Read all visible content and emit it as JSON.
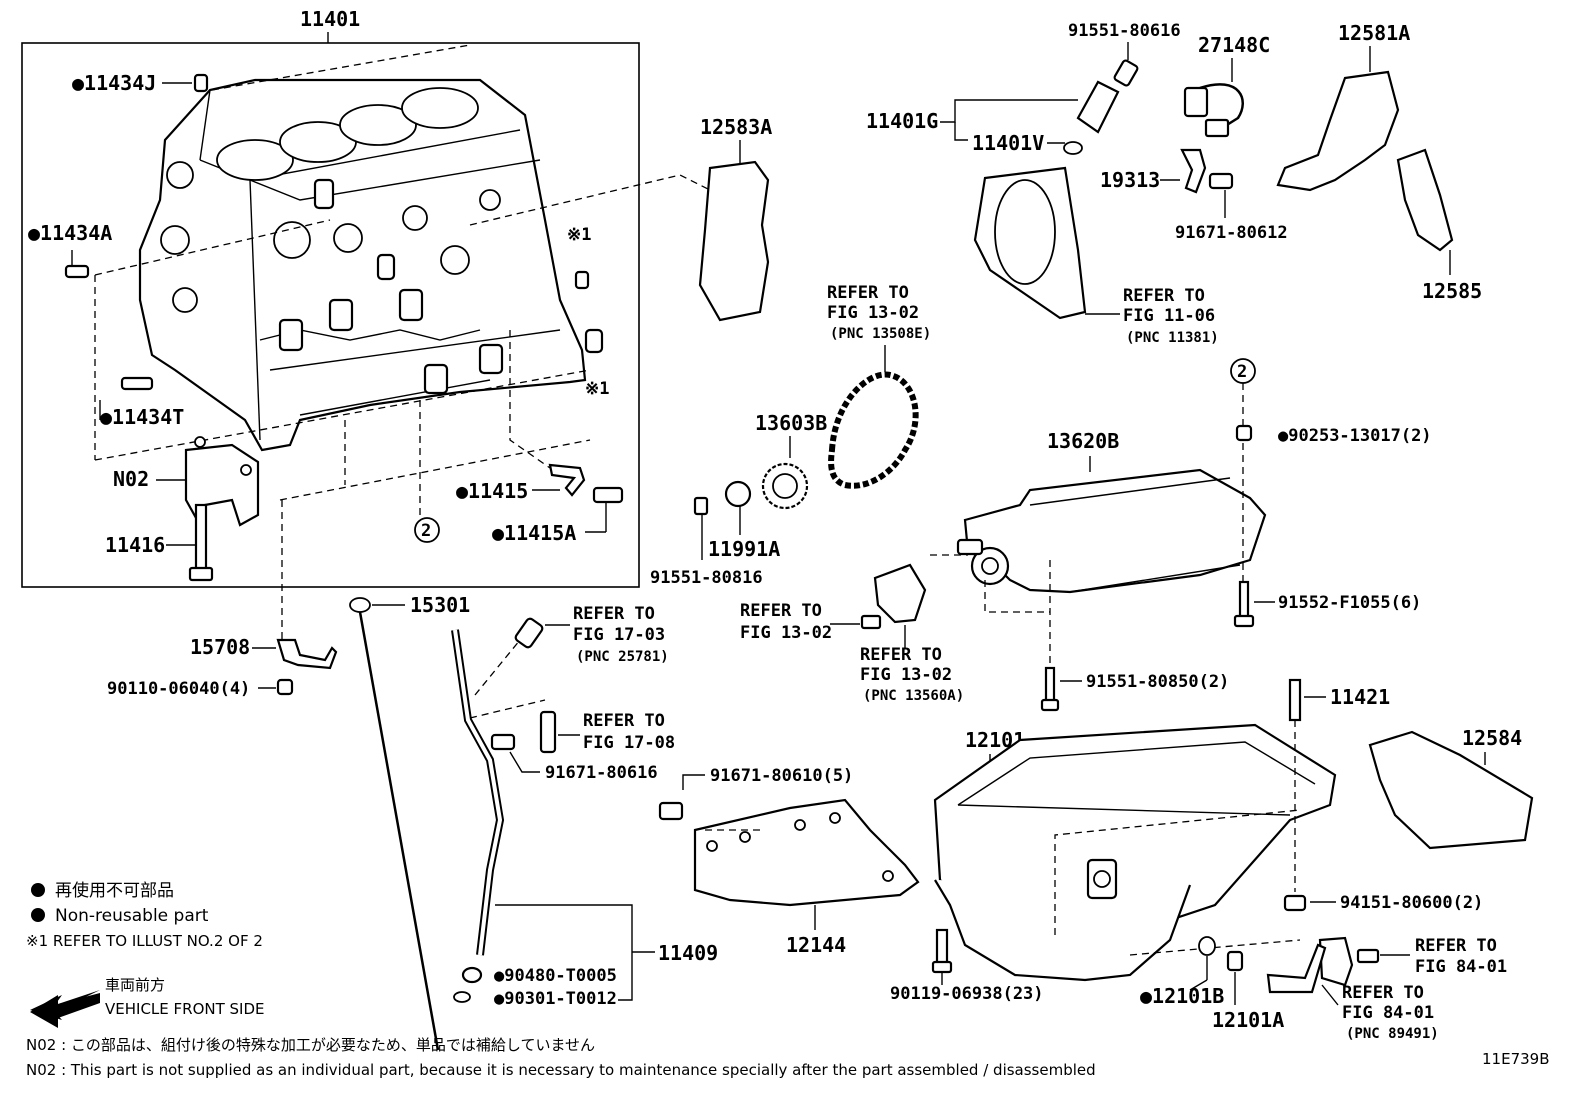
{
  "parts": {
    "p11401": "11401",
    "p11434J": "11434J",
    "p11434A": "11434A",
    "p11434T": "11434T",
    "pN02": "N02",
    "p11416": "11416",
    "p11415": "11415",
    "p11415A": "11415A",
    "circle2": "2",
    "circle2b": "2",
    "ref1a": "※1",
    "ref1b": "※1",
    "p12583A": "12583A",
    "p91551_80616": "91551-80616",
    "p27148C": "27148C",
    "p12581A": "12581A",
    "p11401G": "11401G",
    "p11401V": "11401V",
    "p19313": "19313",
    "p91671_80612": "91671-80612",
    "p12585": "12585",
    "p13603B": "13603B",
    "p13620B": "13620B",
    "p90253_13017": "90253-13017(2)",
    "p11991A": "11991A",
    "p91551_80816": "91551-80816",
    "p91552_F1055": "91552-F1055(6)",
    "p91551_80850": "91551-80850(2)",
    "p15301": "15301",
    "p15708": "15708",
    "p90110_06040": "90110-06040(4)",
    "p91671_80616": "91671-80616",
    "p91671_80610": "91671-80610(5)",
    "p12101": "12101",
    "p11421": "11421",
    "p12584": "12584",
    "p12144": "12144",
    "p94151_80600": "94151-80600(2)",
    "p11409": "11409",
    "p90480_T0005": "90480-T0005",
    "p90301_T0012": "90301-T0012",
    "p90119_06938": "90119-06938(23)",
    "p12101B": "12101B",
    "p12101A": "12101A"
  },
  "refs": {
    "r_1102_l1": "REFER TO",
    "r_1102_l2": "FIG 13-02",
    "r_1102_l3": "(PNC 13508E)",
    "r_1106_l1": "REFER TO",
    "r_1106_l2": "FIG 11-06",
    "r_1106_l3": "(PNC 11381)",
    "r_1303_l1": "REFER TO",
    "r_1303_l2": "FIG 17-03",
    "r_1303_l3": "(PNC 25781)",
    "r_1302b_l1": "REFER TO",
    "r_1302b_l2": "FIG 13-02",
    "r_1302c_l1": "REFER TO",
    "r_1302c_l2": "FIG 13-02",
    "r_1302c_l3": "(PNC 13560A)",
    "r_1708_l1": "REFER TO",
    "r_1708_l2": "FIG 17-08",
    "r_8401a_l1": "REFER TO",
    "r_8401a_l2": "FIG 84-01",
    "r_8401b_l1": "REFER TO",
    "r_8401b_l2": "FIG 84-01",
    "r_8401b_l3": "(PNC 89491)"
  },
  "legend": {
    "nonreusable_jp": "再使用不可部品",
    "nonreusable_en": "Non-reusable part",
    "refer_illust": "※1 REFER TO ILLUST NO.2 OF 2",
    "front_jp": "車両前方",
    "front_en": "VEHICLE FRONT SIDE"
  },
  "footnotes": {
    "n02_jp": "N02 : この部品は、組付け後の特殊な加工が必要なため、単品では補給していません",
    "n02_en": "N02 : This part is not supplied as an individual part, because it is necessary to maintenance specially after the part assembled / disassembled"
  },
  "figure_id": "11E739B"
}
